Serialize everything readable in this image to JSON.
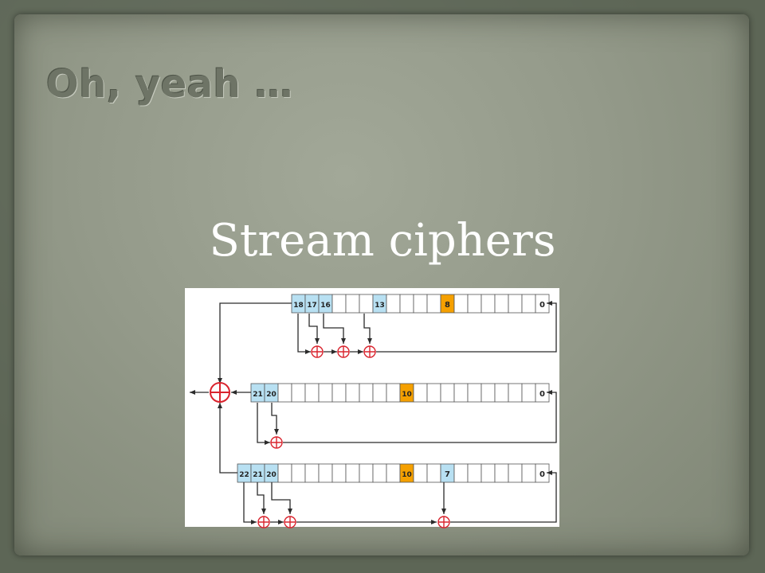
{
  "slide": {
    "title": "Oh, yeah …",
    "subtitle": "Stream ciphers"
  },
  "diagram": {
    "registers": [
      {
        "cell_labels": [
          "18",
          "17",
          "16",
          "",
          "",
          "",
          "13",
          "",
          "",
          "",
          "",
          "8",
          "",
          "",
          "",
          "",
          "",
          "",
          "0"
        ],
        "tap_labels": [
          "18",
          "17",
          "16",
          "13"
        ],
        "clock_label": "8"
      },
      {
        "cell_labels": [
          "21",
          "20",
          "",
          "",
          "",
          "",
          "",
          "",
          "",
          "",
          "",
          "10",
          "",
          "",
          "",
          "",
          "",
          "",
          "",
          "",
          "",
          "0"
        ],
        "tap_labels": [
          "21",
          "20"
        ],
        "clock_label": "10"
      },
      {
        "cell_labels": [
          "22",
          "21",
          "20",
          "",
          "",
          "",
          "",
          "",
          "",
          "",
          "",
          "",
          "10",
          "",
          "",
          "7",
          "",
          "",
          "",
          "",
          "",
          "",
          "0"
        ],
        "tap_labels": [
          "22",
          "21",
          "20",
          "7"
        ],
        "clock_label": "10"
      }
    ],
    "colors": {
      "tap_cell": "#b8e0f2",
      "clock_cell": "#f5a000",
      "plain_cell": "#ffffff",
      "xor": "#d9232d",
      "wire": "#2b2b2b"
    }
  }
}
